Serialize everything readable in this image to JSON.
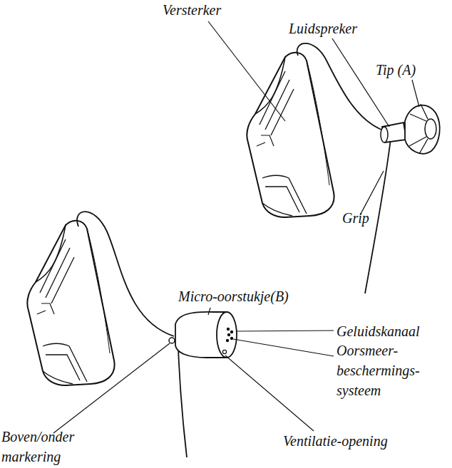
{
  "diagram": {
    "labels": [
      "Versterker",
      "Luidspreker",
      "Tip (A)",
      "Grip",
      "Micro-oorstukje(B)",
      "Geluidskanaal",
      "Oorsmeer- beschermings- systeem",
      "Boven/onder markering",
      "Ventilatie-opening"
    ]
  }
}
